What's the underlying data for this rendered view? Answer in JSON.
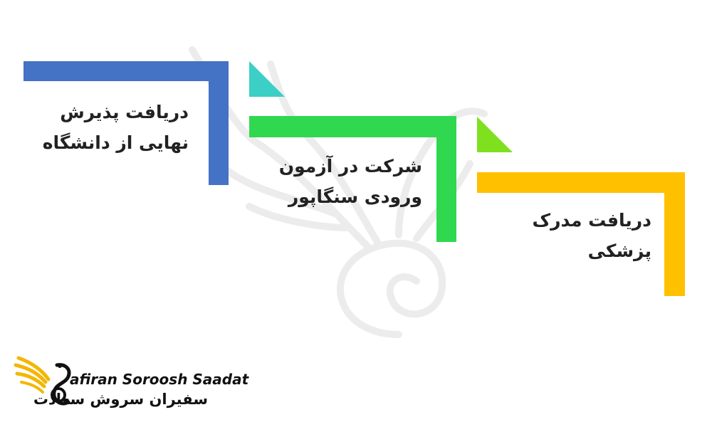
{
  "colors": {
    "step1": "#4472C4",
    "step1_tri": "#3CCFC6",
    "step2": "#2FD84F",
    "step2_tri": "#7FE01F",
    "step3": "#FFC000",
    "logo_gold": "#F2B705"
  },
  "steps": [
    {
      "label_line1": "دریافت پذیرش",
      "label_line2": "نهایی از دانشگاه"
    },
    {
      "label_line1": "شرکت در آزمون",
      "label_line2": "ورودی سنگاپور"
    },
    {
      "label_line1": "دریافت مدرک",
      "label_line2": "پزشکی"
    }
  ],
  "logo": {
    "latin": "afiran Soroosh Saadat",
    "persian": "سفیران سروش سعادت"
  },
  "watermark": {
    "icon": "phoenix-watermark-icon"
  }
}
